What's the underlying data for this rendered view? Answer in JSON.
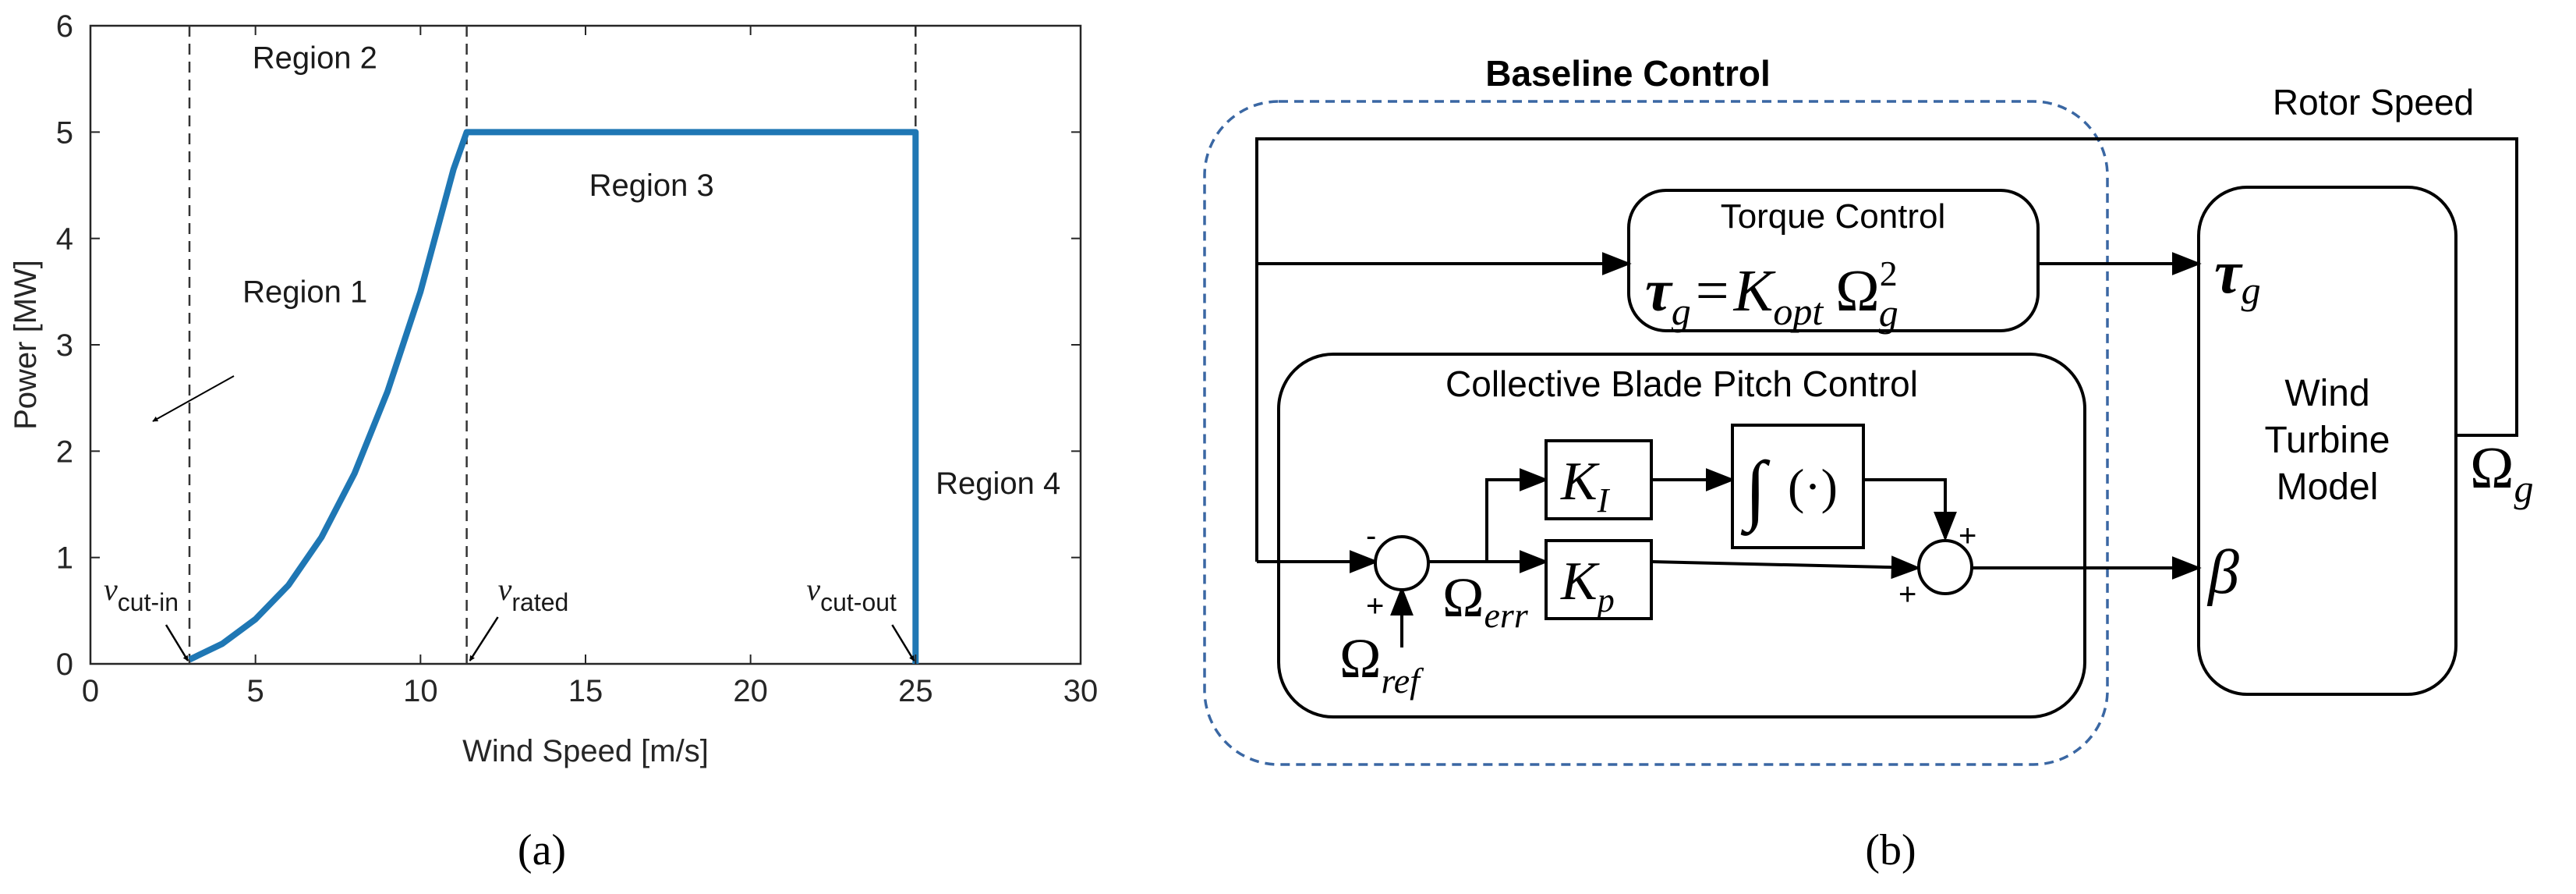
{
  "panel_a": {
    "caption": "(a)",
    "chart_data": {
      "type": "line",
      "xlabel": "Wind Speed [m/s]",
      "ylabel": "Power [MW]",
      "xlim": [
        0,
        30
      ],
      "ylim": [
        0,
        6
      ],
      "xticks": [
        "0",
        "5",
        "10",
        "15",
        "20",
        "25",
        "30"
      ],
      "yticks": [
        "0",
        "1",
        "2",
        "3",
        "4",
        "5",
        "6"
      ],
      "grid": false,
      "series": [
        {
          "color": "#1f77b4",
          "x": [
            3,
            4,
            5,
            6,
            7,
            8,
            9,
            10,
            11,
            11.4,
            12,
            15,
            20,
            25,
            25
          ],
          "y": [
            0.04,
            0.19,
            0.42,
            0.74,
            1.19,
            1.79,
            2.56,
            3.5,
            4.65,
            5.0,
            5.0,
            5.0,
            5.0,
            5.0,
            0.0
          ]
        }
      ],
      "vlines": [
        3,
        11.4,
        25
      ],
      "regions": [
        {
          "label": "Region 1",
          "x": 6.5,
          "y": 3.4
        },
        {
          "label": "Region 2",
          "x": 6.8,
          "y": 5.6
        },
        {
          "label": "Region 3",
          "x": 17,
          "y": 4.4
        },
        {
          "label": "Region 4",
          "x": 27.5,
          "y": 1.6
        }
      ],
      "speed_labels": [
        {
          "main": "ν",
          "sub": "cut-in",
          "x": 3
        },
        {
          "main": "ν",
          "sub": "rated",
          "x": 11.4
        },
        {
          "main": "ν",
          "sub": "cut-out",
          "x": 25
        }
      ]
    }
  },
  "panel_b": {
    "caption": "(b)",
    "baseline_title": "Baseline Control",
    "rotor_speed": "Rotor Speed",
    "torque_title": "Torque Control",
    "pitch_title": "Collective Blade Pitch Control",
    "turbine_lines": [
      "Wind",
      "Turbine",
      "Model"
    ],
    "sum_minus": "-",
    "sum_plus": "+",
    "omega": "Ω",
    "omega_err_sub": "err",
    "omega_ref_sub": "ref",
    "omega_g_sub": "g",
    "tau": "τ",
    "tau_sub": "g",
    "k_main": "K",
    "ki_sub": "I",
    "kp_sub": "p",
    "kopt_sub": "opt",
    "sq": "2",
    "eq": "=",
    "integral": "∫",
    "dot": "(·)",
    "beta": "β"
  }
}
